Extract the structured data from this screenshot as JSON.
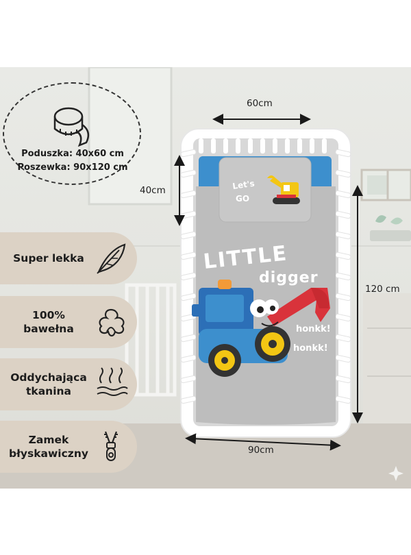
{
  "dimensions": {
    "width": "60cm",
    "height_pillow": "40cm",
    "length": "120 cm",
    "bottom_width": "90cm"
  },
  "sizes": {
    "pillow": "Poduszka: 40x60 cm",
    "pillowcase": "Poszewka: 90x120 cm"
  },
  "features": [
    {
      "label": "Super lekka",
      "icon": "feather-icon"
    },
    {
      "label": "100% bawełna",
      "icon": "cotton-flower-icon"
    },
    {
      "label": "Oddychająca tkanina",
      "icon": "breathable-fabric-icon"
    },
    {
      "label": "Zamek błyskawiczny",
      "icon": "zipper-icon"
    }
  ],
  "print": {
    "pillow_line1": "Let's",
    "pillow_line2": "GO",
    "title1": "LITTLE",
    "title2": "digger",
    "sound1": "honkk!",
    "sound2": "honkk!"
  },
  "colors": {
    "panel": "#dcd2c5",
    "duvet": "#bdbdbd",
    "accent_blue": "#3d8fcd",
    "tractor_blue": "#2c6fb7",
    "digger_red": "#d9333b",
    "wheel_yellow": "#f3c614"
  }
}
